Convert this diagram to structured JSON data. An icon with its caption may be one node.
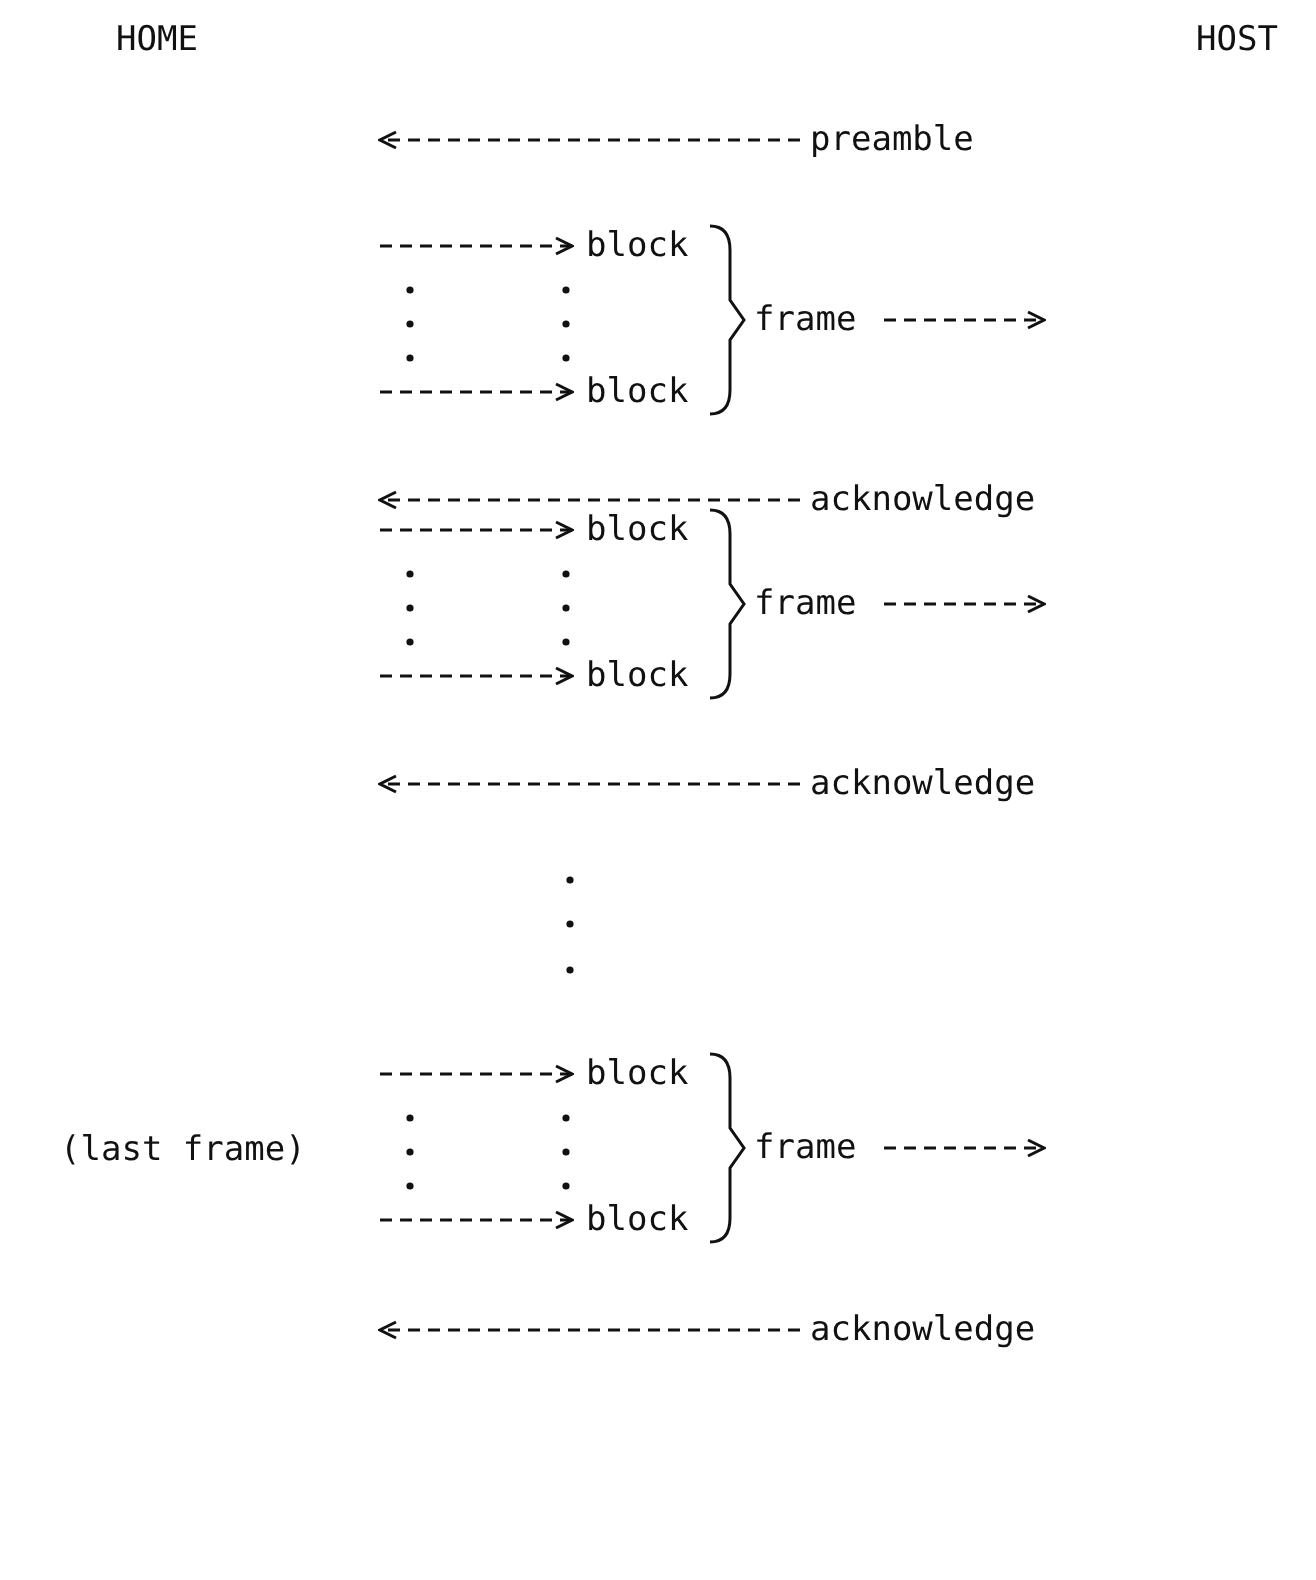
{
  "diagram": {
    "labels": [
      "HOME",
      "HOST",
      "preamble",
      "block",
      "block",
      "frame",
      "acknowledge",
      "block",
      "block",
      "frame",
      "acknowledge",
      "block",
      "(last frame)",
      "frame",
      "block",
      "acknowledge"
    ]
  }
}
